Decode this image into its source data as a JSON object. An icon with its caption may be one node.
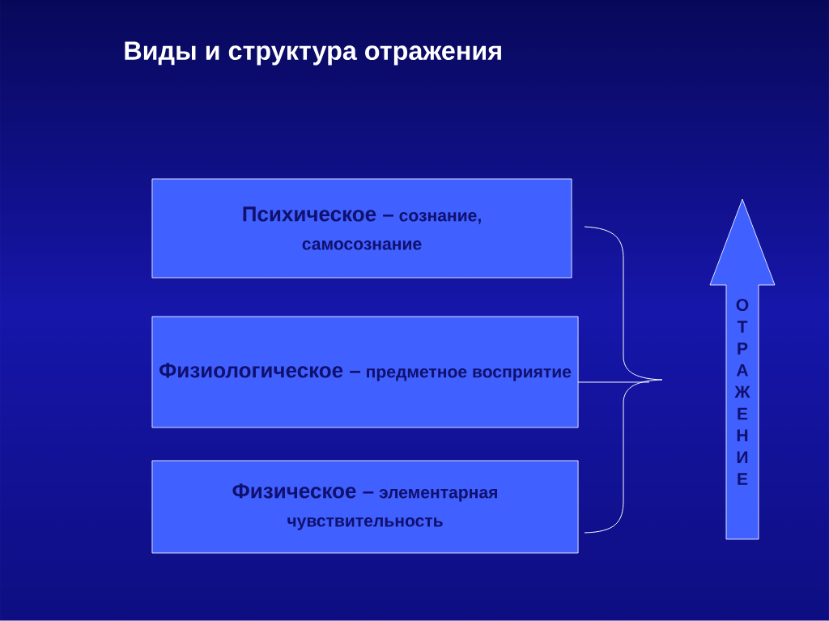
{
  "diagram": {
    "title": "Виды и структура отражения",
    "nodes": [
      {
        "text": [
          "Психическое –",
          "сознание, самосознание"
        ]
      },
      {
        "text": [
          "Физиологическое –",
          "предметное восприятие"
        ]
      },
      {
        "text": [
          "Физическое –",
          "элементарная чувствительность"
        ]
      },
      {
        "text": [
          "ОТРАЖЕНИЕ"
        ]
      }
    ]
  }
}
